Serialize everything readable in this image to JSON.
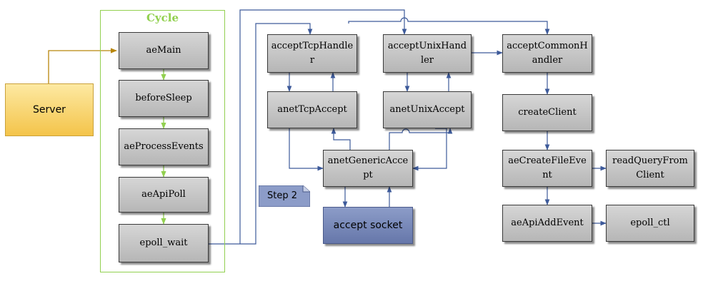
{
  "cycle": {
    "title": "Cycle",
    "nodes": [
      "aeMain",
      "beforeSleep",
      "aeProcessEvents",
      "aeApiPoll",
      "epoll_wait"
    ]
  },
  "server": "Server",
  "step_note": "Step 2",
  "handlers": {
    "accept_tcp_handler": "acceptTcpHandler",
    "accept_unix_handler": "acceptUnixHandler",
    "accept_common_handler": "acceptCommonHandler",
    "anet_tcp_accept": "anetTcpAccept",
    "anet_unix_accept": "anetUnixAccept",
    "anet_generic_accept": "anetGenericAccept",
    "accept_socket": "accept socket"
  },
  "client": {
    "create_client": "createClient",
    "ae_create_file_event": "aeCreateFileEvent",
    "read_query_from_client": "readQueryFromClient",
    "ae_api_add_event": "aeApiAddEvent",
    "epoll_ctl": "epoll_ctl"
  },
  "colors": {
    "cycle_border": "#92d050",
    "cycle_arrow": "#92d050",
    "flow_arrow": "#3d5a9a",
    "server_arrow": "#b8860b",
    "server_fill": "#f4c44a",
    "socket_fill": "#6677aa",
    "node_fill": "#c4c4c4"
  }
}
